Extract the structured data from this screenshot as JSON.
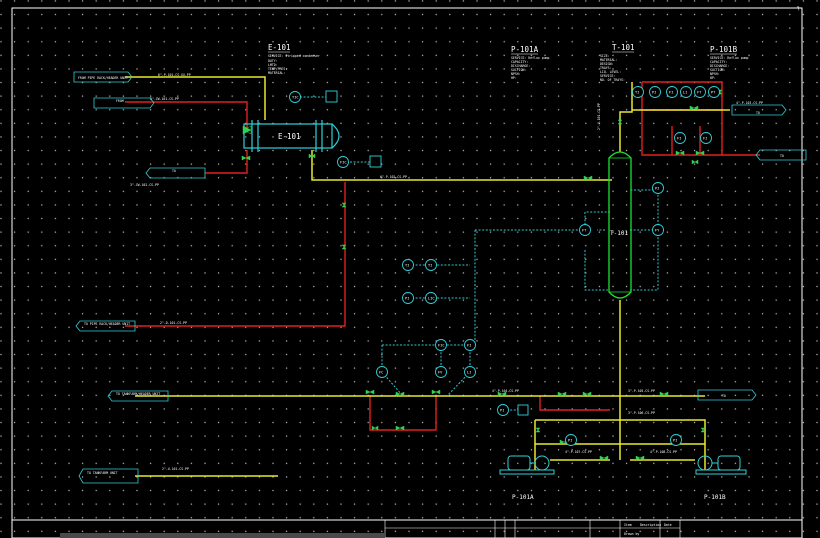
{
  "colors": {
    "background": "#000000",
    "process_line": "#e8e830",
    "utility_line": "#e02020",
    "signal_line": "#2ec8d0",
    "equipment": "#30d0d8",
    "vessel": "#20e030",
    "valve": "#30d050",
    "text": "#ffffff"
  },
  "equipment": {
    "e101_tag": "E-101",
    "e101_label": "E-101",
    "e101_service": "SERVICE: Stripped condenser",
    "e101_specs": [
      "DUTY:",
      "LMTD:",
      "TEMP/PRES:",
      "MATERIAL:"
    ],
    "t101_tag": "T-101",
    "t101_label": "T-101",
    "t101_specs": [
      "SIZE:",
      "MATERIAL:",
      "DESIGN:",
      "TRAYS:",
      "LIQ. LEVEL:",
      "SERVICE:",
      "NO. OF TRAYS:"
    ],
    "p101a_tag": "P-101A",
    "p101a_service": "SERVICE: Reflux pump",
    "p101a_specs": [
      "CAPACITY:",
      "DISCHARGE:",
      "SUCTION:",
      "NPSH:",
      "HP:"
    ],
    "p101a_label": "P-101A",
    "p101b_tag": "P-101B",
    "p101b_service": "SERVICE: Reflux pump",
    "p101b_specs": [
      "CAPACITY:",
      "DISCHARGE:",
      "SUCTION:",
      "NPSH:",
      "HP:"
    ],
    "p101b_label": "P-101B"
  },
  "offpage": {
    "feed_in": "FROM PIPE RACK/HEADER UNIT",
    "cw_in": "FROM",
    "cw_out": "TO",
    "to_storage": "TO PIPE RACK/HEADER UNIT",
    "to_tank": "TO TANKFARM/HEADER UNIT",
    "to_tank2": "TO TANKFARM UNIT",
    "right_top": "TO",
    "right_mid": "TO",
    "right_low": "TO"
  },
  "line_numbers": {
    "feed": "6\"-P-101-CS-XX-PP",
    "cw_supply": "3\"-CW-101-CS-PP",
    "cw_return": "3\"-CW-102-CS-PP",
    "overhead": "6\"-P-102-CS-PP",
    "reflux": "4\"-P-103-CS-PP",
    "bottoms": "4\"-P-104-CS-PP",
    "drain": "2\"-D-101-CS-PP",
    "product": "3\"-P-105-CS-PP",
    "pump_out": "3\"-P-106-CS-PP",
    "suction_a": "4\"-P-107-CS-PP",
    "suction_b": "4\"-P-108-CS-PP",
    "vent": "2\"-V-101-CS-PP",
    "utility_low": "2\"-U-101-CS-PP"
  },
  "instruments": {
    "tic_top": "TIC",
    "fic_cond": "FIC",
    "ti_t1": "TI",
    "ti_t2": "TI",
    "pi_t": "PI",
    "li_a": "LIC",
    "li_b": "LI",
    "fi_a": "FIC",
    "fi_b": "FI",
    "fc_a": "FC",
    "fc_b": "FV",
    "pi_pump_a": "PI",
    "pi_pump_b": "PI",
    "pi_disc": "PI",
    "top_i1": "TI",
    "top_i2": "PI",
    "top_i3": "FI",
    "top_i4": "LI",
    "top_i5": "FT",
    "top_i6": "PT",
    "right_i1": "PI",
    "right_i2": "FI",
    "mid_i1": "FT",
    "mid_i2": "FY"
  },
  "title_block": {
    "row1": [
      "Item",
      "Description",
      "Date"
    ],
    "row2": [
      "Drawn by"
    ]
  }
}
